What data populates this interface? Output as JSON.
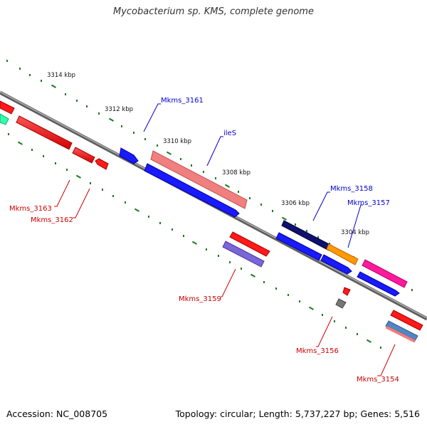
{
  "header": {
    "title": "Mycobacterium sp. KMS, complete genome"
  },
  "footer": {
    "accession": "Accession: NC_008705",
    "summary": "Topology: circular; Length: 5,737,227 bp; Genes: 5,516"
  },
  "scale": {
    "ticks": [
      "3314 kbp",
      "3312 kbp",
      "3310 kbp",
      "3308 kbp",
      "3306 kbp",
      "3304 kbp"
    ]
  },
  "genes": {
    "forward": [
      "Mkms_3161",
      "ileS",
      "Mkms_3158",
      "Mkms_3157"
    ],
    "reverse": [
      "Mkms_3163",
      "Mkms_3162",
      "Mkms_3159",
      "Mkms_3156",
      "Mkms_3154"
    ]
  },
  "colors": {
    "backbone": "#8c8c8c",
    "forward_label": "#0000cc",
    "reverse_label": "#cc0000",
    "tick": "#1a7a1a",
    "red": "#ff1a1a",
    "blue": "#1a1aff",
    "pink": "#f07f7f",
    "navy": "#101070",
    "orange": "#ff9900",
    "magenta": "#ff1a9c",
    "lavender": "#7a66d6",
    "mint": "#33ffaa",
    "gray": "#777777",
    "steel": "#4f86c6"
  }
}
